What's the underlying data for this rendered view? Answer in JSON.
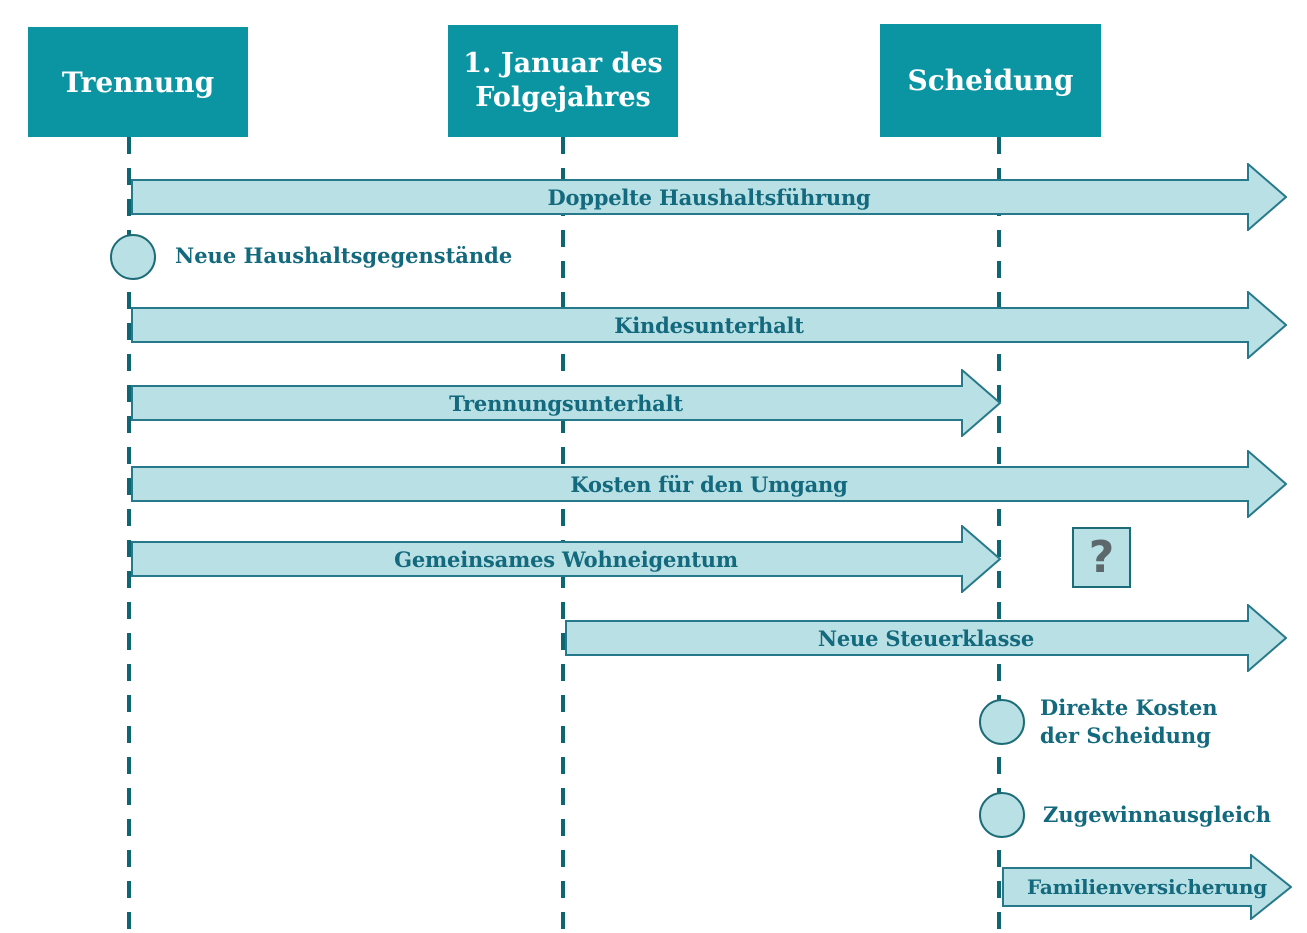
{
  "diagram": {
    "milestones": [
      {
        "label": "Trennung"
      },
      {
        "label": "1. Januar des Folgejahres"
      },
      {
        "label": "Scheidung"
      }
    ],
    "arrows": [
      {
        "label": "Doppelte Haushaltsführung",
        "from": "Trennung",
        "to": "open-ended"
      },
      {
        "label": "Kindesunterhalt",
        "from": "Trennung",
        "to": "open-ended"
      },
      {
        "label": "Trennungsunterhalt",
        "from": "Trennung",
        "to": "Scheidung"
      },
      {
        "label": "Kosten für den Umgang",
        "from": "Trennung",
        "to": "open-ended"
      },
      {
        "label": "Gemeinsames Wohneigentum",
        "from": "Trennung",
        "to": "Scheidung"
      },
      {
        "label": "Neue Steuerklasse",
        "from": "1. Januar des Folgejahres",
        "to": "open-ended"
      },
      {
        "label": "Familienversicherung",
        "from": "Scheidung",
        "to": "open-ended"
      }
    ],
    "point_events": [
      {
        "label": "Neue Haushaltsgegenstände",
        "at": "Trennung"
      },
      {
        "label": "Direkte Kosten der Scheidung",
        "at": "Scheidung"
      },
      {
        "label": "Zugewinnausgleich",
        "at": "Scheidung"
      }
    ],
    "uncertainty_marker": "?",
    "colors": {
      "milestone_fill": "#0b95a3",
      "milestone_text": "#ffffff",
      "arrow_fill": "#b9e0e4",
      "arrow_border": "#26798a",
      "label_text": "#13697d",
      "timeline_dash": "#0e6672",
      "question_mark": "#5d686d"
    }
  }
}
